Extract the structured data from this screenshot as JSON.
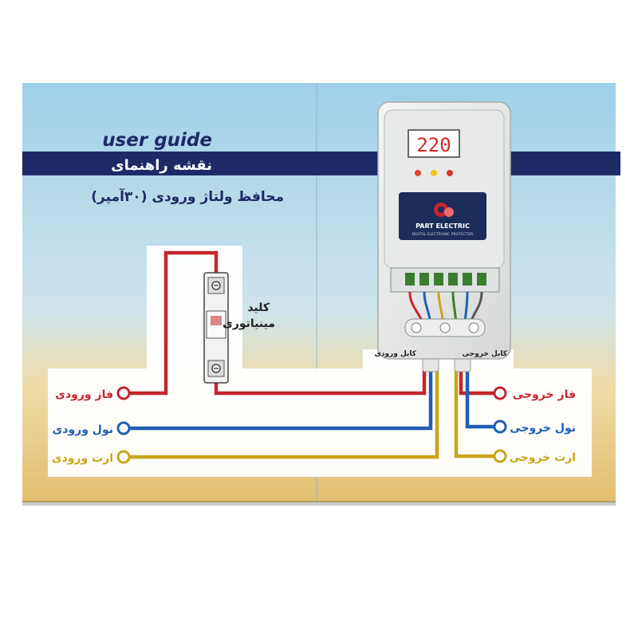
{
  "title_en": "user guide",
  "title_fa": "نقشه راهنمای",
  "subtitle": "محافظ ولتاژ ورودی (۳۰آمپر)",
  "breaker_label": [
    "کلید",
    "مینیاتوری"
  ],
  "display_value": "220",
  "brand": {
    "name": "PART ELECTRIC",
    "tagline": "DIGITAL ELECTRONIC PROTECTOR",
    "color": "#1d2d5a"
  },
  "cable_in_label": "کابل ورودی",
  "cable_out_label": "کابل خروجی",
  "inputs": [
    {
      "label": "فاز ورودی",
      "color": "#c4262e"
    },
    {
      "label": "نول ورودی",
      "color": "#1f5fb5"
    },
    {
      "label": "ارت ورودی",
      "color": "#c9a51a"
    }
  ],
  "outputs": [
    {
      "label": "فاز خروجی",
      "color": "#c4262e"
    },
    {
      "label": "نول خروجی",
      "color": "#1f5fb5"
    },
    {
      "label": "ارت خروجی",
      "color": "#c9a51a"
    }
  ],
  "leds": [
    "#e04a2f",
    "#f0c419",
    "#d63a2a"
  ],
  "colors": {
    "banner": "#1e2a66",
    "sky": "#9fd0ea",
    "sand": "#e8c77d",
    "wire_gray": "#555555"
  }
}
